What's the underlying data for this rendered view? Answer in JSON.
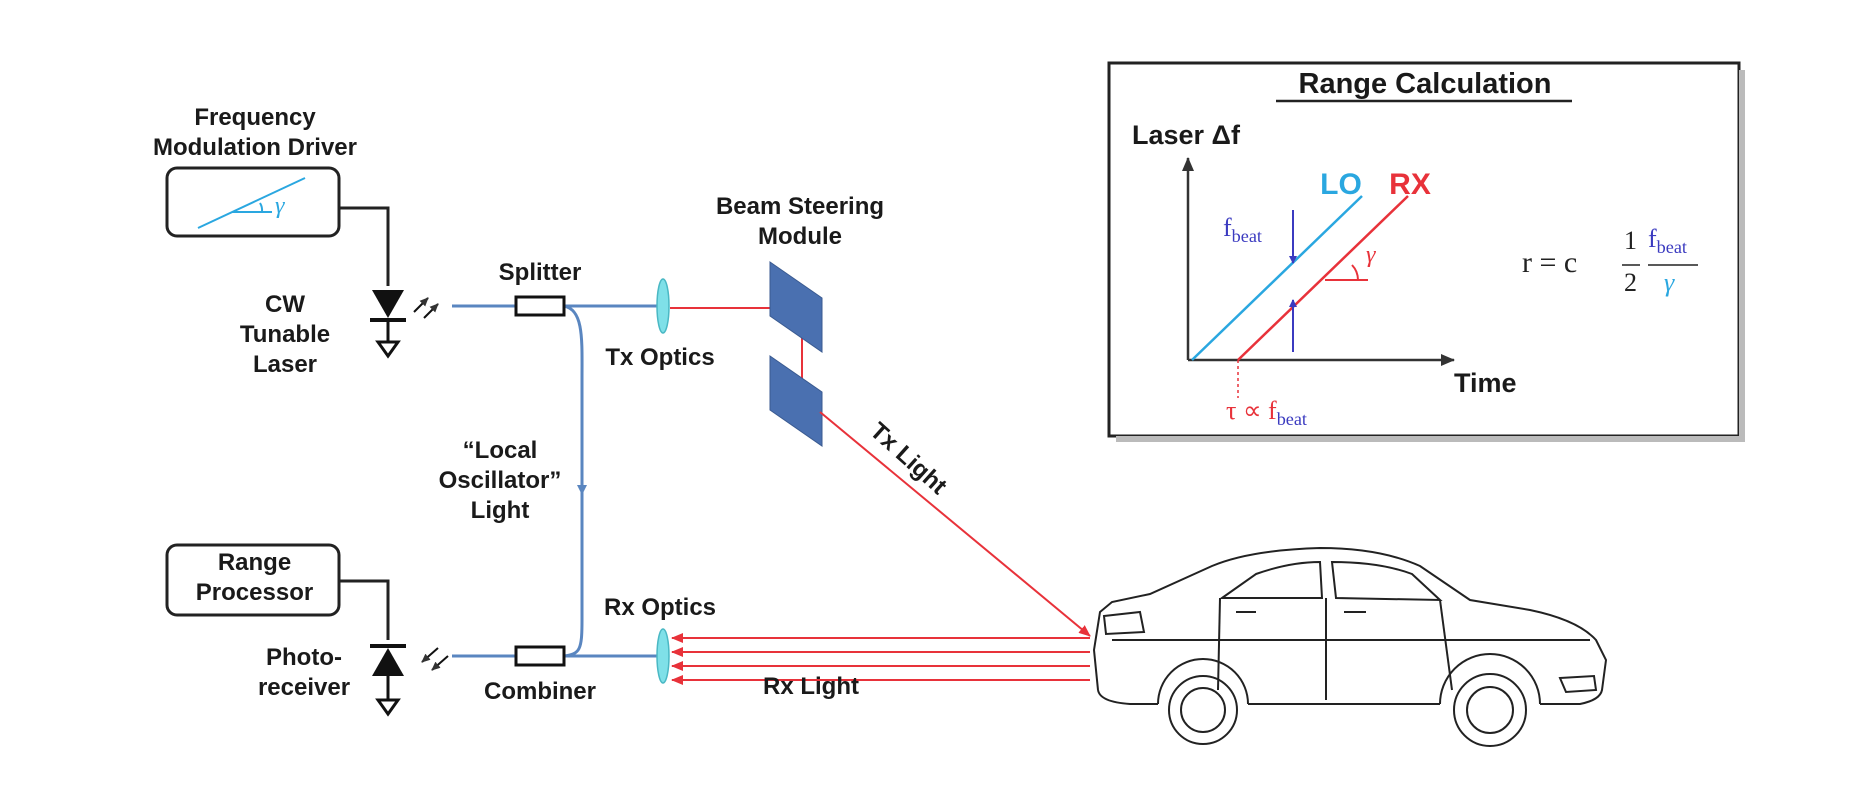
{
  "labels": {
    "fm_driver": "Frequency\nModulation Driver",
    "fm_gamma": "γ",
    "cw_laser": "CW\nTunable\nLaser",
    "splitter": "Splitter",
    "tx_optics": "Tx Optics",
    "beam_steering": "Beam Steering\nModule",
    "tx_light": "Tx Light",
    "local_oscillator": "“Local\nOscillator”\nLight",
    "range_processor": "Range\nProcessor",
    "photoreceiver": "Photo-\nreceiver",
    "combiner": "Combiner",
    "rx_optics": "Rx Optics",
    "rx_light": "Rx Light"
  },
  "inset": {
    "title": "Range Calculation",
    "y_axis": "Laser Δf",
    "x_axis": "Time",
    "lo_label": "LO",
    "rx_label": "RX",
    "gamma": "γ",
    "fbeat_f": "f",
    "fbeat_sub": "beat",
    "tau_prefix": "τ ∝ f",
    "tau_sub": "beat",
    "eq_left": "r = c",
    "eq_half_num": "1",
    "eq_half_den": "2",
    "eq_num_f": "f",
    "eq_num_sub": "beat",
    "eq_den": "γ"
  },
  "colors": {
    "fiber_blue": "#5a86c0",
    "laser_red": "#e8323a",
    "lo_cyan": "#2aa7e0",
    "rx_red": "#e8323a",
    "fbeat_purple": "#3b3bc0",
    "mirror_blue": "#4a70b0",
    "lens_cyan": "#7fe0e8"
  }
}
